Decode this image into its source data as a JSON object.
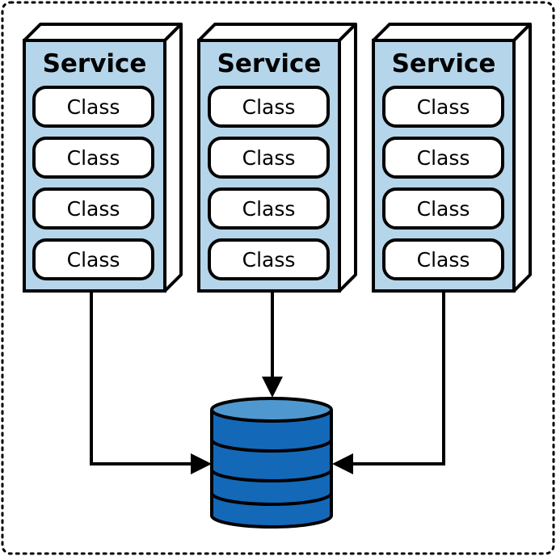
{
  "diagram": {
    "services": [
      {
        "title": "Service",
        "classes": [
          "Class",
          "Class",
          "Class",
          "Class"
        ]
      },
      {
        "title": "Service",
        "classes": [
          "Class",
          "Class",
          "Class",
          "Class"
        ]
      },
      {
        "title": "Service",
        "classes": [
          "Class",
          "Class",
          "Class",
          "Class"
        ]
      }
    ],
    "colors": {
      "service_fill": "#b5d5ea",
      "service_side": "#ffffff",
      "class_fill": "#ffffff",
      "outline": "#000000",
      "database_top": "#4f98cf",
      "database_body": "#1468b8",
      "boundary": "#000000"
    },
    "icons": {
      "database": "database-cylinder-icon",
      "arrow": "arrowhead-icon"
    }
  }
}
